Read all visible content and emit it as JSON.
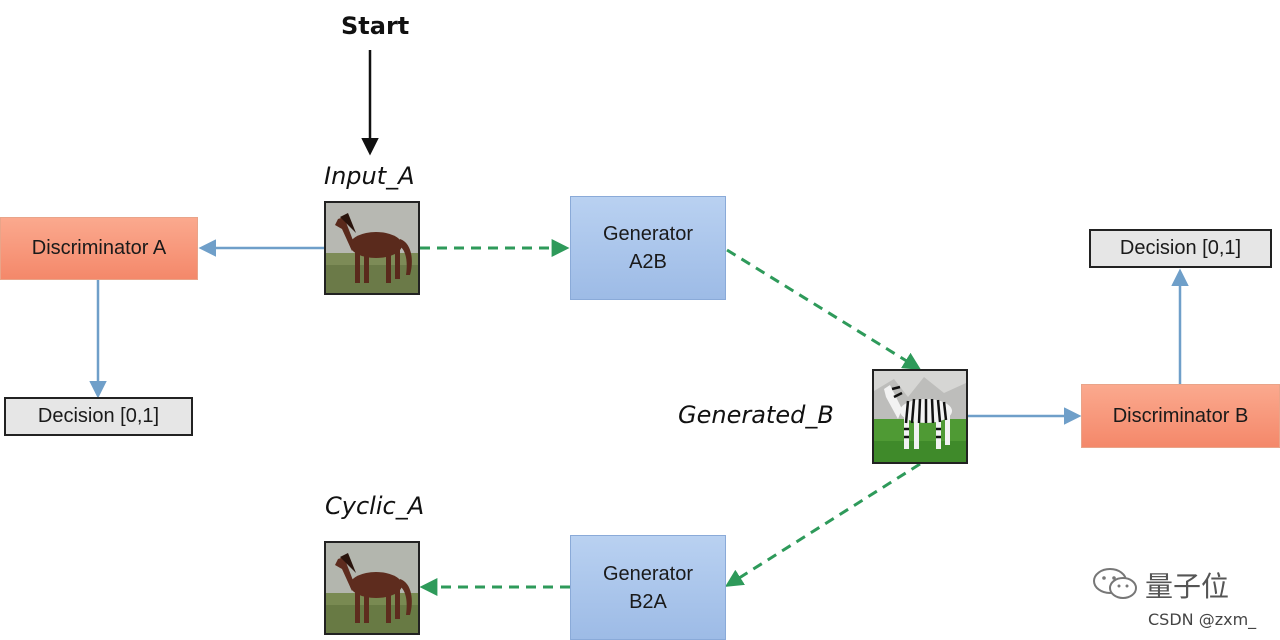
{
  "start_label": "Start",
  "labels": {
    "input_a": "Input_A",
    "generated_b": "Generated_B",
    "cyclic_a": "Cyclic_A"
  },
  "boxes": {
    "discriminator_a": "Discriminator A",
    "discriminator_b": "Discriminator B",
    "generator_a2b_line1": "Generator",
    "generator_a2b_line2": "A2B",
    "generator_b2a_line1": "Generator",
    "generator_b2a_line2": "B2A",
    "decision_a": "Decision [0,1]",
    "decision_b": "Decision [0,1]"
  },
  "watermark": {
    "brand": "量子位",
    "credit": "CSDN @zxm_"
  },
  "colors": {
    "discriminator": "#f4886a",
    "generator": "#a9c4ec",
    "decision": "#e6e6e6",
    "solid_arrow": "#6f9fc9",
    "dashed_arrow": "#2e9a5a"
  }
}
